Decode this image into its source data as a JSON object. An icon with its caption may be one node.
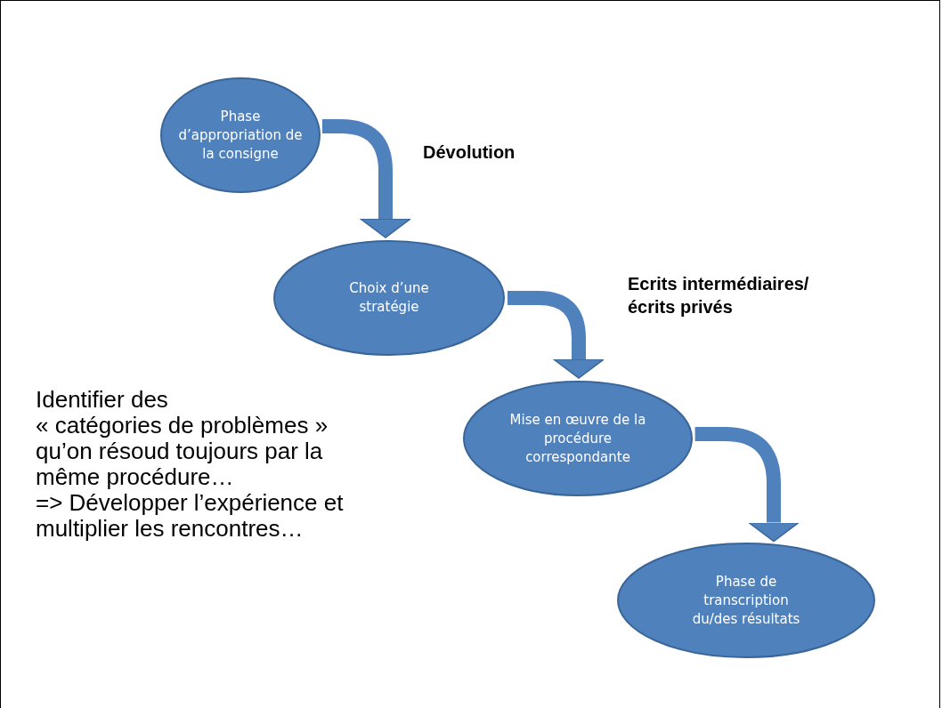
{
  "diagram": {
    "nodes": [
      {
        "text": [
          "Phase d’appropriation de la consigne"
        ]
      },
      {
        "text": [
          "Choix d’une stratégie"
        ]
      },
      {
        "text": [
          "Mise en œuvre de la procédure correspondante"
        ]
      },
      {
        "text": [
          "Phase de transcription du/des résultats"
        ]
      }
    ],
    "edges": [
      {
        "from": 0,
        "to": 1,
        "arrow": "to",
        "label": "Dévolution"
      },
      {
        "from": 1,
        "to": 2,
        "arrow": "to",
        "label": "Ecrits intermédiaires/ écrits privés"
      },
      {
        "from": 2,
        "to": 3,
        "arrow": "to"
      }
    ],
    "labels": [
      "Identifier des",
      "« catégories de problèmes » qu’on résoud toujours par la même procédure…",
      "=> Développer l’expérience et multiplier les rencontres…"
    ]
  }
}
